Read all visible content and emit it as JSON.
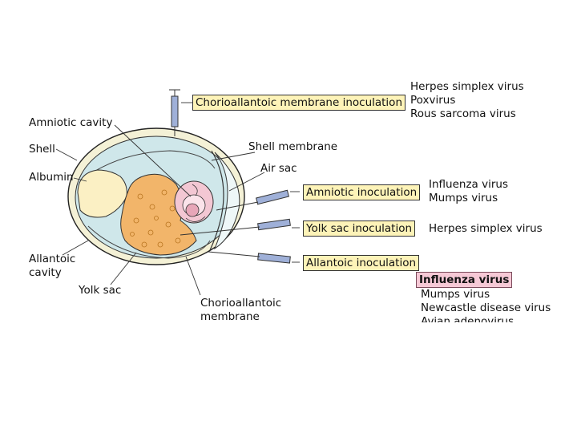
{
  "labels": {
    "amniotic_cavity": "Amniotic cavity",
    "shell": "Shell",
    "albumin": "Albumin",
    "allantoic_cavity_1": "Allantoic",
    "allantoic_cavity_2": "cavity",
    "yolk_sac": "Yolk sac",
    "chorioallantoic_membrane_1": "Chorioallantoic",
    "chorioallantoic_membrane_2": "membrane",
    "shell_membrane": "Shell membrane",
    "air_sac": "Air sac"
  },
  "inoculations": {
    "chorioallantoic": {
      "label": "Chorioallantoic membrane inoculation",
      "viruses": [
        "Herpes simplex virus",
        "Poxvirus",
        "Rous sarcoma virus"
      ]
    },
    "amniotic": {
      "label": "Amniotic inoculation",
      "viruses": [
        "Influenza virus",
        "Mumps virus"
      ]
    },
    "yolk_sac": {
      "label": "Yolk sac inoculation",
      "viruses": [
        "Herpes simplex virus"
      ]
    },
    "allantoic": {
      "label": "Allantoic inoculation",
      "highlight": "Influenza virus",
      "viruses": [
        "Mumps virus",
        "Newcastle disease virus"
      ],
      "cut_off_line": "Avian adenovirus"
    }
  },
  "colors": {
    "label_box": "#fdf3b8",
    "highlight_box": "#f6c9d6",
    "egg_shell": "#f4f1d6",
    "allantoic_fluid": "#cfe7ea",
    "yolk": "#f2b56a",
    "albumin": "#fbf0c4",
    "amnion": "#f3c7d3"
  }
}
